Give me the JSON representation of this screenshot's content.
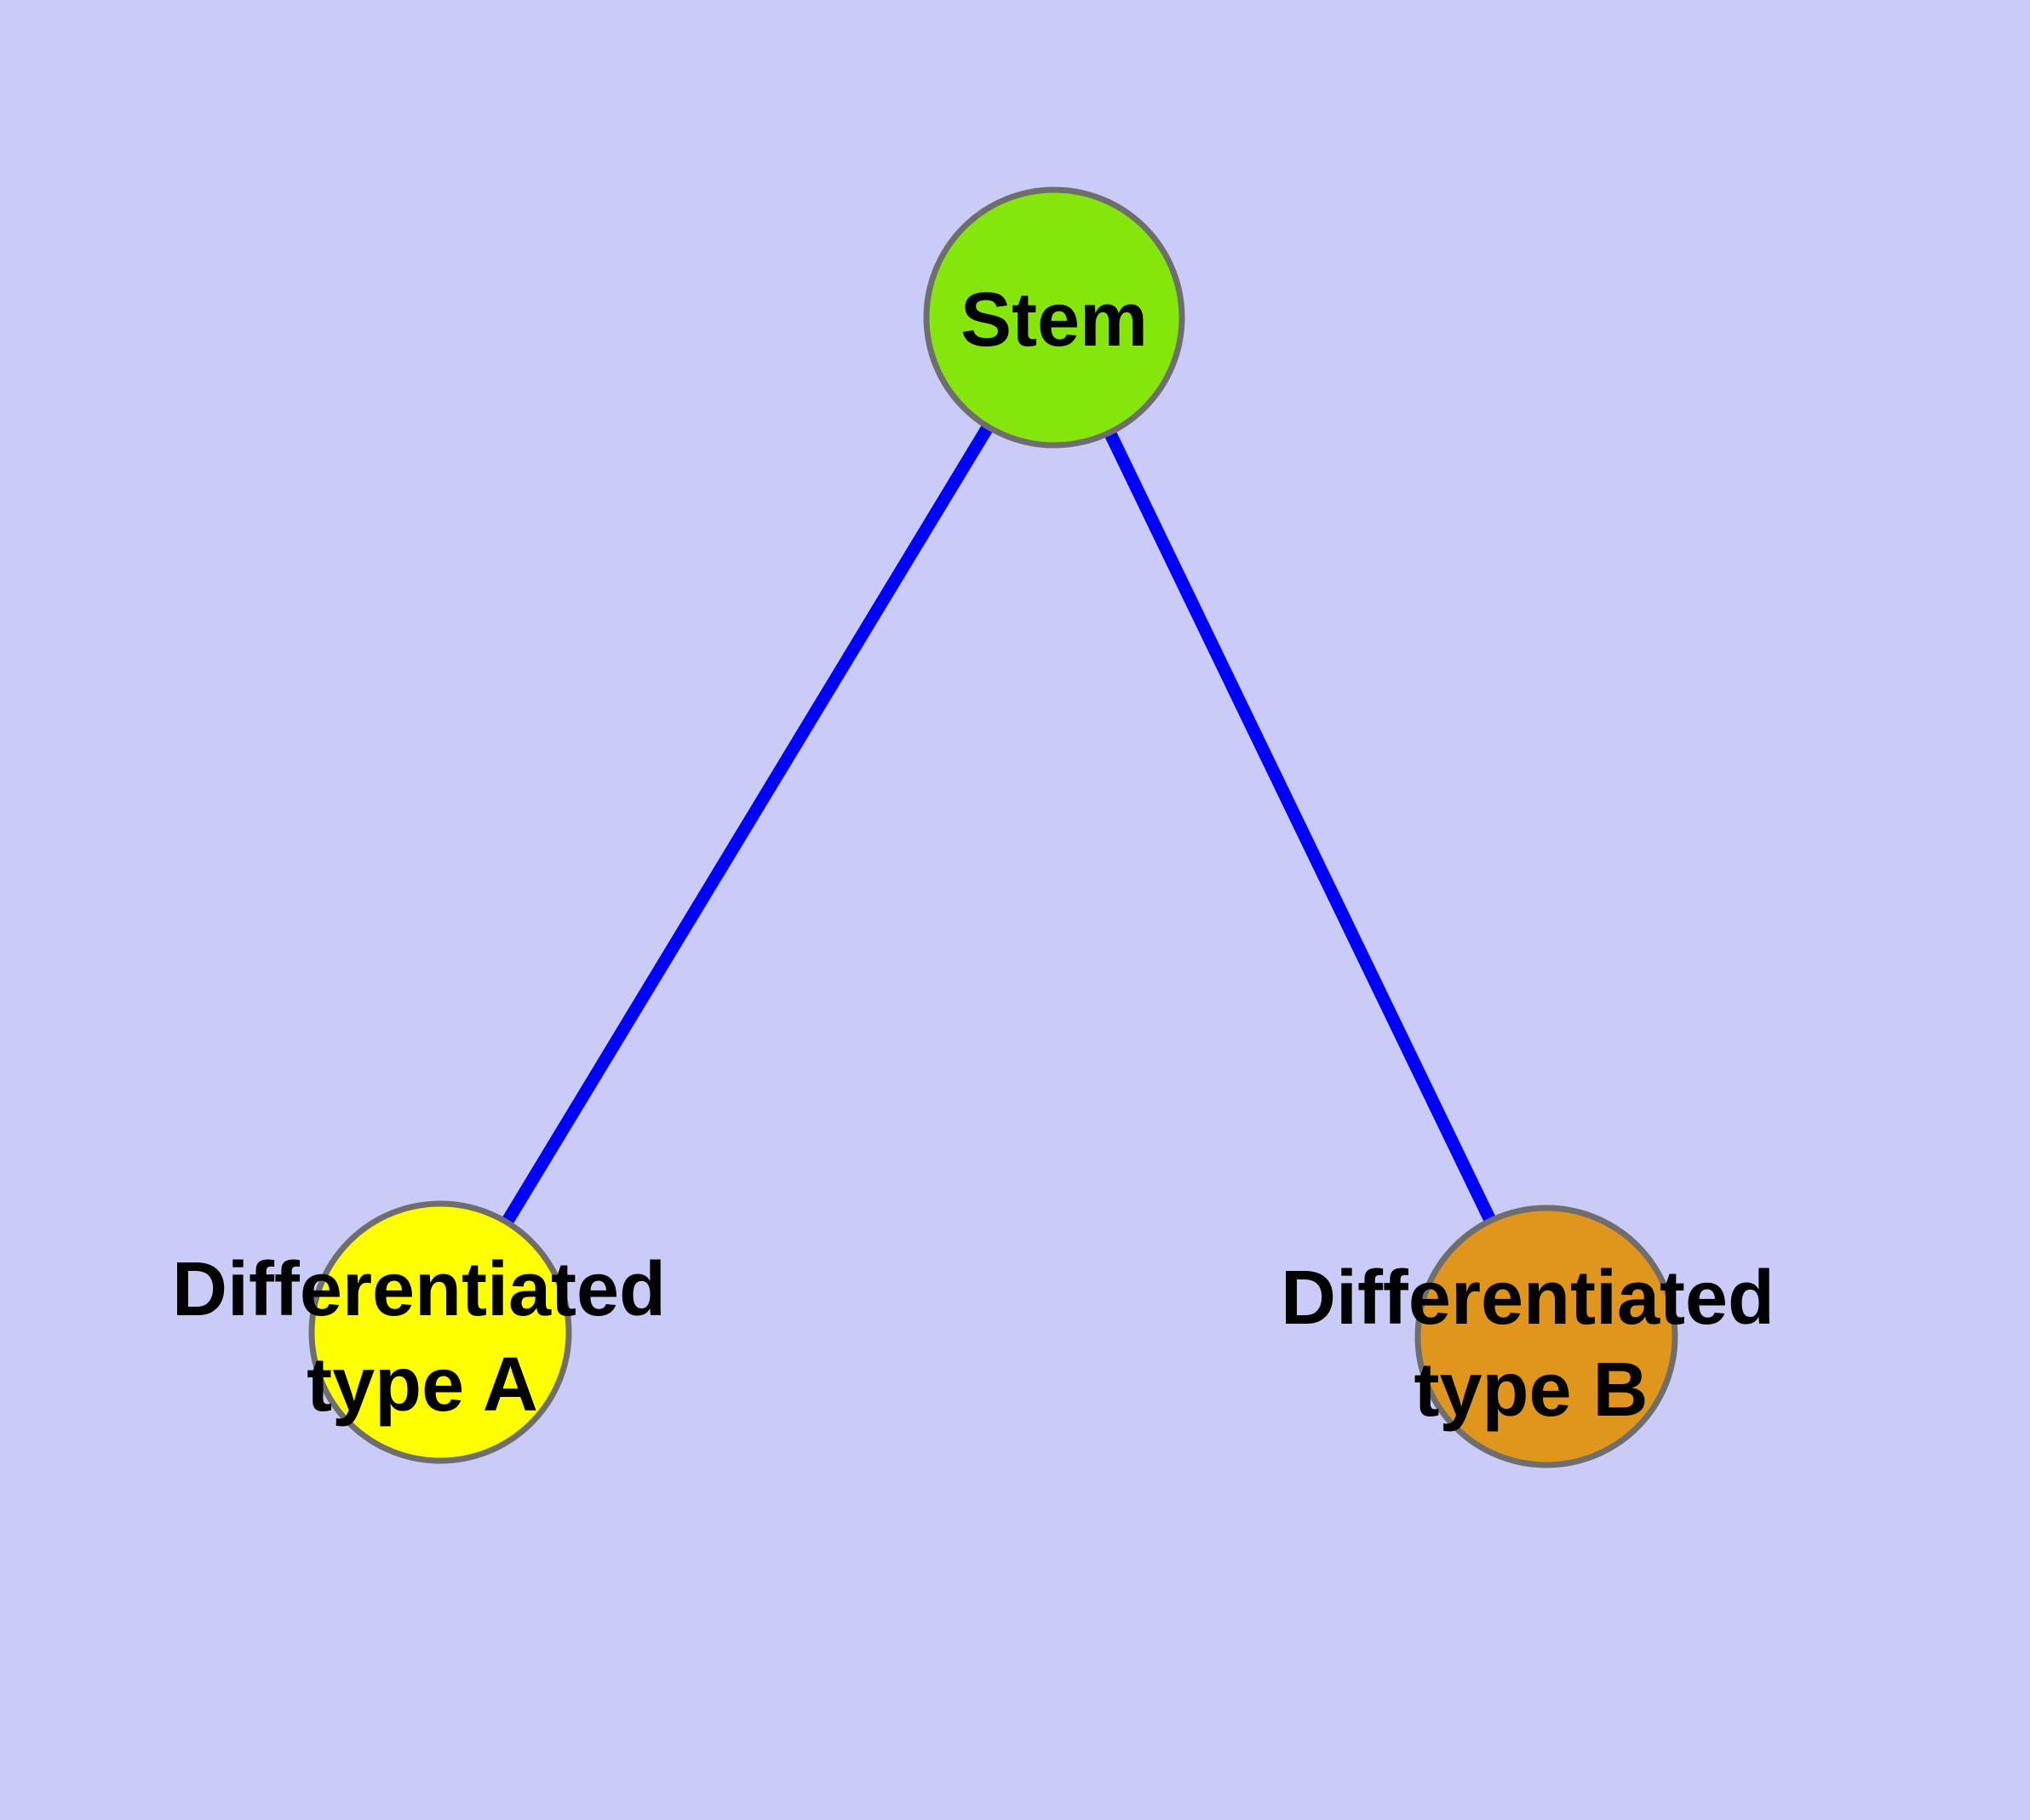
{
  "diagram": {
    "type": "node-link-graph",
    "style": {
      "background_color": "#CBCBF7",
      "edge_color": "#0000FF",
      "edge_width": 15,
      "node_border_color": "#6E6E6E",
      "node_border_width": 7,
      "label_color": "#000000"
    },
    "nodes": {
      "stem": {
        "label": "Stem",
        "fill": "#85E60B"
      },
      "diff_a": {
        "line1": "Differentiated",
        "line2": "type A",
        "fill": "#FFFF00"
      },
      "diff_b": {
        "line1": "Differentiated",
        "line2": "type B",
        "fill": "#E0951C"
      }
    },
    "edges": [
      {
        "from": "Stem",
        "to": "Differentiated type A"
      },
      {
        "from": "Stem",
        "to": "Differentiated type B"
      }
    ]
  }
}
